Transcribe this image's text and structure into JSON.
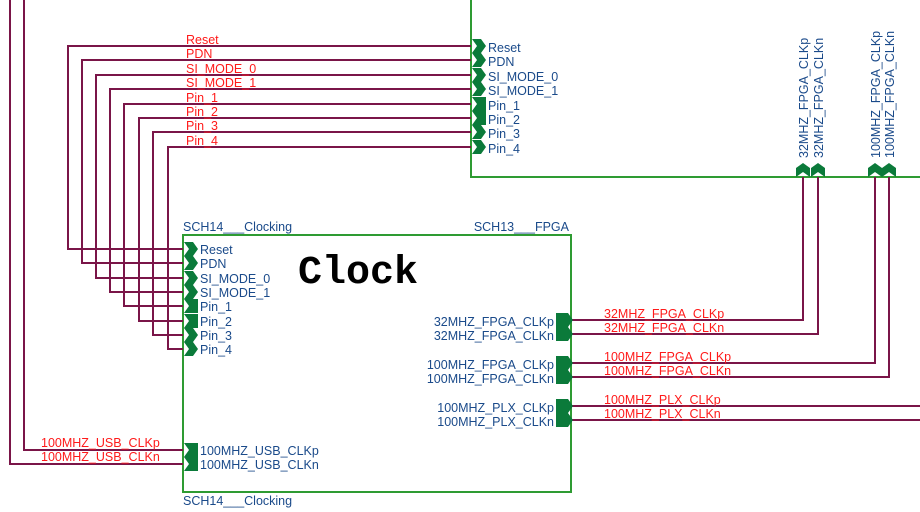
{
  "top_block": {
    "ports_left": [
      "Reset",
      "PDN",
      "SI_MODE_0",
      "SI_MODE_1",
      "Pin_1",
      "Pin_2",
      "Pin_3",
      "Pin_4"
    ],
    "ports_bottom": [
      "32MHZ_FPGA_CLKp",
      "32MHZ_FPGA_CLKn",
      "100MHZ_FPGA_CLKp",
      "100MHZ_FPGA_CLKn"
    ]
  },
  "top_nets": [
    "Reset",
    "PDN",
    "SI_MODE_0",
    "SI_MODE_1",
    "Pin_1",
    "Pin_2",
    "Pin_3",
    "Pin_4"
  ],
  "clock_block": {
    "title": "Clock",
    "sheet_label_top_left": "SCH14___Clocking",
    "sheet_label_top_right": "SCH13___FPGA",
    "sheet_label_bottom": "SCH14___Clocking",
    "ports_left": [
      "Reset",
      "PDN",
      "SI_MODE_0",
      "SI_MODE_1",
      "Pin_1",
      "Pin_2",
      "Pin_3",
      "Pin_4"
    ],
    "ports_usb": [
      "100MHZ_USB_CLKp",
      "100MHZ_USB_CLKn"
    ],
    "ports_right": [
      "32MHZ_FPGA_CLKp",
      "32MHZ_FPGA_CLKn",
      "100MHZ_FPGA_CLKp",
      "100MHZ_FPGA_CLKn",
      "100MHZ_PLX_CLKp",
      "100MHZ_PLX_CLKn"
    ]
  },
  "right_nets": [
    "32MHZ_FPGA_CLKp",
    "32MHZ_FPGA_CLKn",
    "100MHZ_FPGA_CLKp",
    "100MHZ_FPGA_CLKn",
    "100MHZ_PLX_CLKp",
    "100MHZ_PLX_CLKn"
  ],
  "usb_nets": [
    "100MHZ_USB_CLKp",
    "100MHZ_USB_CLKn"
  ]
}
